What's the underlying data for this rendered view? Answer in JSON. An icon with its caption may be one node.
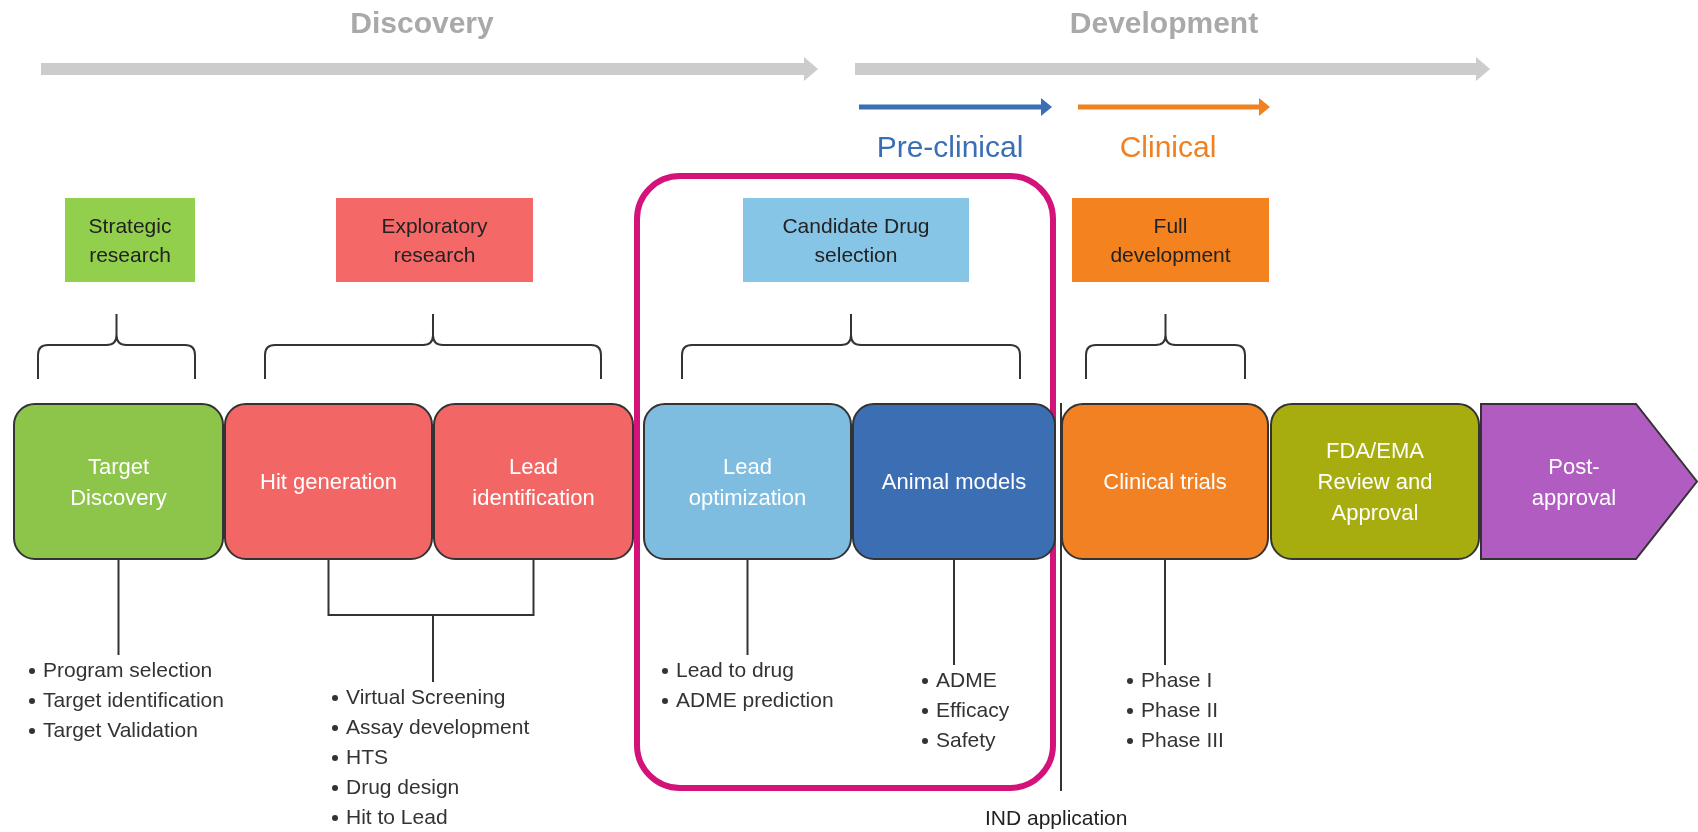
{
  "diagram": {
    "nodes": [
      {
        "text": [
          "Strategic research"
        ]
      },
      {
        "text": [
          "Exploratory research"
        ]
      },
      {
        "text": [],
        "shape": "box"
      },
      {
        "text": [
          "Candidate Drug selection"
        ],
        "in": 2
      },
      {
        "text": [
          "Full development"
        ]
      },
      {
        "text": [
          "Target Discovery"
        ]
      },
      {
        "text": [
          "Hit generation"
        ]
      },
      {
        "text": [
          "Lead identification"
        ]
      },
      {
        "text": [
          "Lead optimization"
        ],
        "in": 2
      },
      {
        "text": [
          "Animal models"
        ],
        "in": 2
      },
      {
        "text": [
          "Clinical trials"
        ]
      },
      {
        "text": [
          "FDA/EMA Review and Approval"
        ]
      },
      {
        "text": [
          "Post-approval"
        ]
      },
      {
        "text": [
          "Program selection",
          "Target identification",
          "Target Validation"
        ]
      },
      {
        "text": [
          "Virtual Screening",
          "Assay development",
          "HTS",
          "Drug design",
          "Hit to Lead"
        ]
      },
      {
        "text": [
          "Lead to drug",
          "ADME prediction"
        ],
        "in": 2
      },
      {
        "text": [
          "ADME",
          "Efficacy",
          "Safety"
        ],
        "in": 2
      },
      {
        "text": [
          "Phase I",
          "Phase II",
          "Phase III"
        ]
      }
    ],
    "edges": [
      {
        "from": 5,
        "to": 13,
        "arrow": "none"
      },
      {
        "from": 6,
        "to": 14,
        "arrow": "none"
      },
      {
        "from": 7,
        "to": 14,
        "arrow": "none"
      },
      {
        "from": 8,
        "to": 15,
        "arrow": "none"
      },
      {
        "from": 9,
        "to": 16,
        "arrow": "none"
      },
      {
        "from": 10,
        "to": 17,
        "arrow": "none"
      }
    ],
    "labels": [
      "Discovery",
      "Development",
      "Pre-clinical",
      "Clinical",
      "IND application"
    ]
  }
}
